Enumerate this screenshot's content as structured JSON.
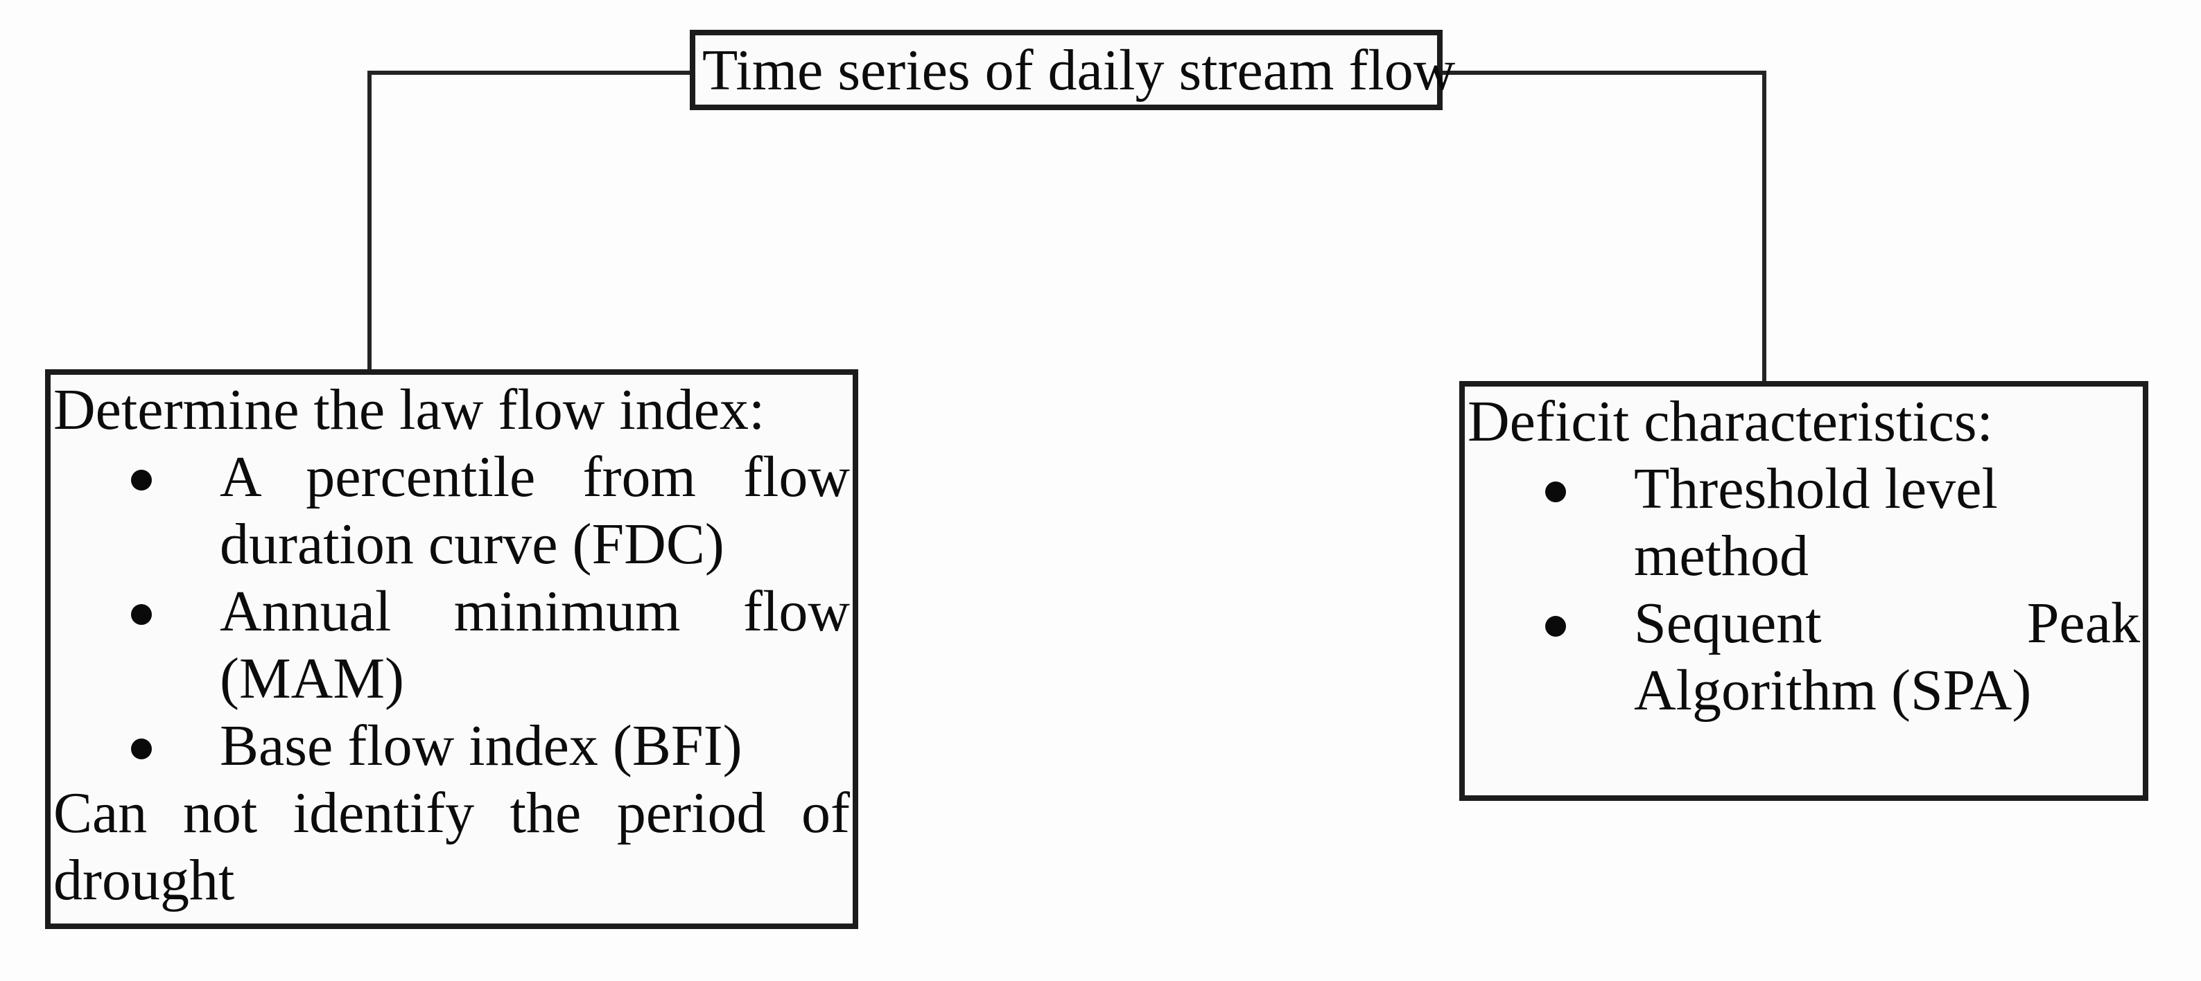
{
  "palette": {
    "ink": "#1c1c1c",
    "line": "#242424",
    "page_bg": "#fdfdfd",
    "box_bg": "#fbfbfb",
    "text": "#0c0c0c"
  },
  "diagram": {
    "top_box": {
      "label": "Time series of daily stream flow"
    },
    "left_box": {
      "title": "Determine the law flow index:",
      "bullets": [
        {
          "line1": "A percentile from flow",
          "line2": "duration curve (FDC)"
        },
        {
          "line1": "Annual minimum flow",
          "line2": "(MAM)"
        },
        {
          "line1": "Base flow index (BFI)"
        }
      ],
      "note": {
        "line1": "Can not identify the period of",
        "line2": "drought"
      }
    },
    "right_box": {
      "title": "Deficit characteristics:",
      "bullets": [
        {
          "line1": "Threshold level method"
        },
        {
          "line1": "Sequent Peak",
          "line2": "Algorithm (SPA)"
        }
      ]
    }
  }
}
